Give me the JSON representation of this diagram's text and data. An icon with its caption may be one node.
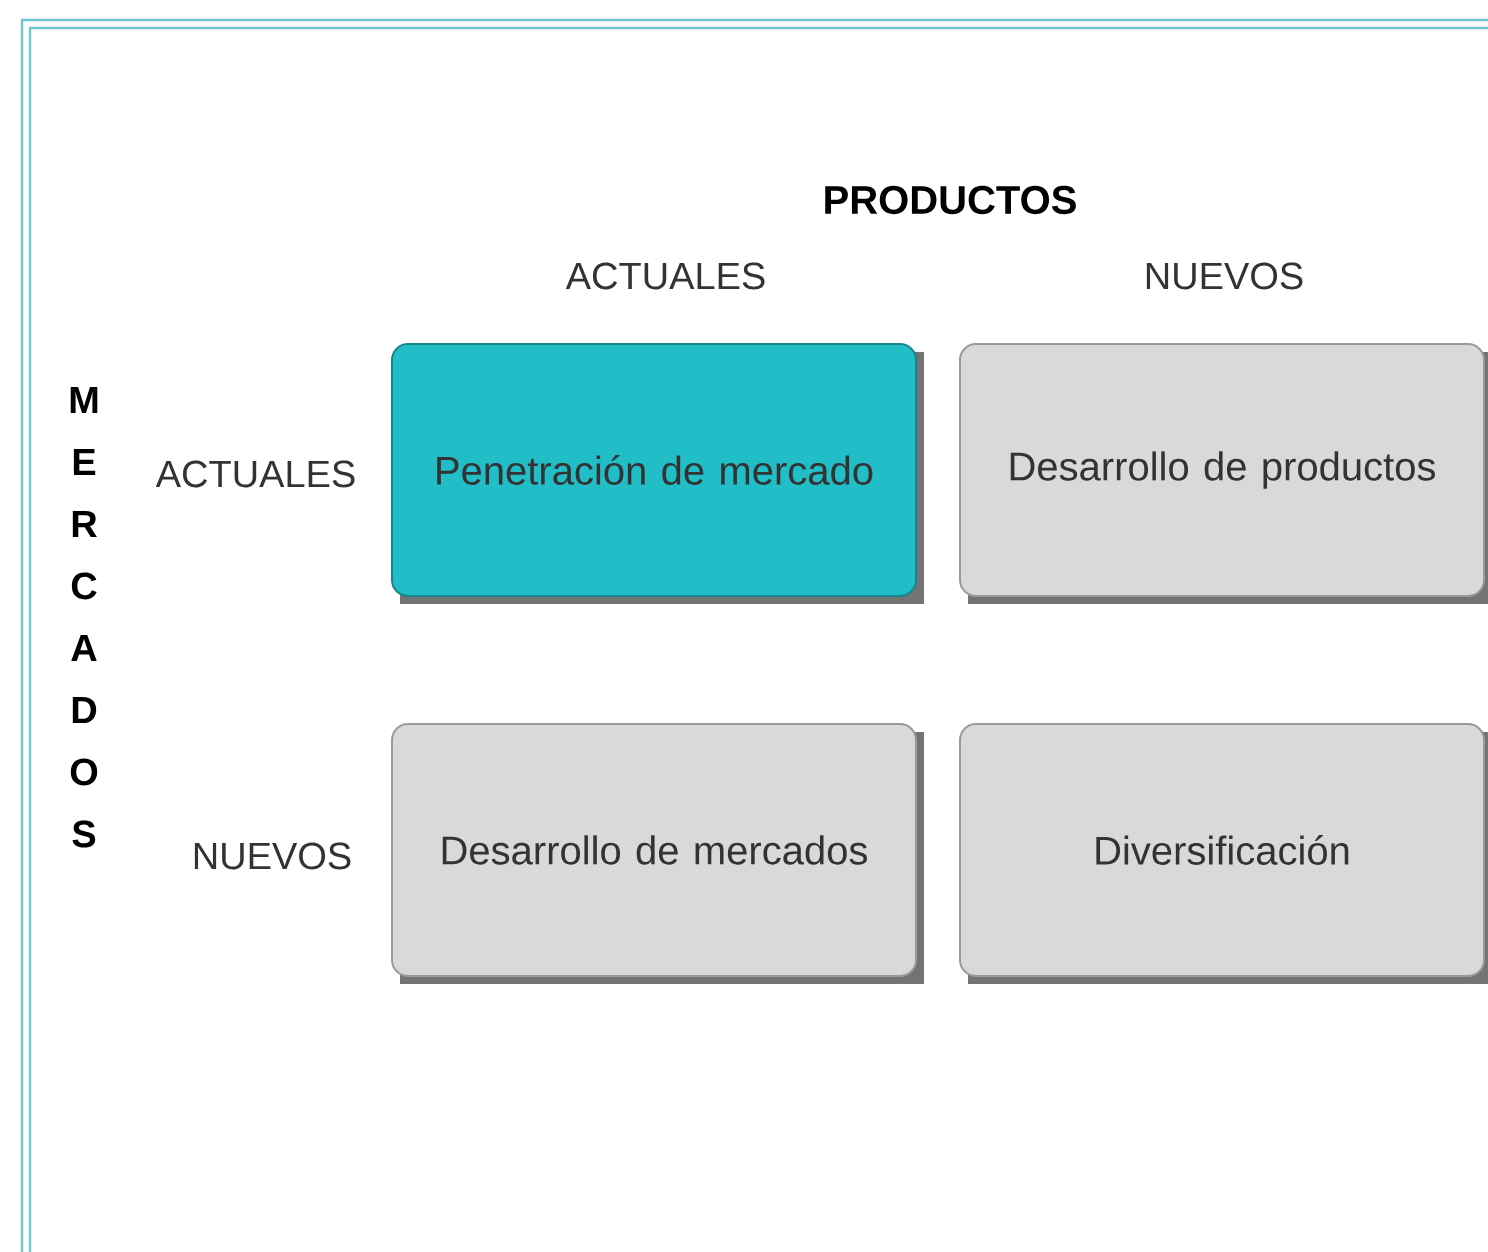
{
  "diagram": {
    "title": "PRODUCTOS",
    "nodes": [
      {
        "text": [
          "Penetración de mercado"
        ]
      },
      {
        "text": [
          "Desarrollo de productos"
        ]
      },
      {
        "text": [
          "Desarrollo de mercados"
        ]
      },
      {
        "text": [
          "Diversificación"
        ]
      }
    ],
    "labels": [
      "ACTUALES",
      "NUEVOS",
      "M",
      "E",
      "R",
      "C",
      "A",
      "D",
      "O",
      "S",
      "ACTUALES",
      "NUEVOS"
    ]
  }
}
